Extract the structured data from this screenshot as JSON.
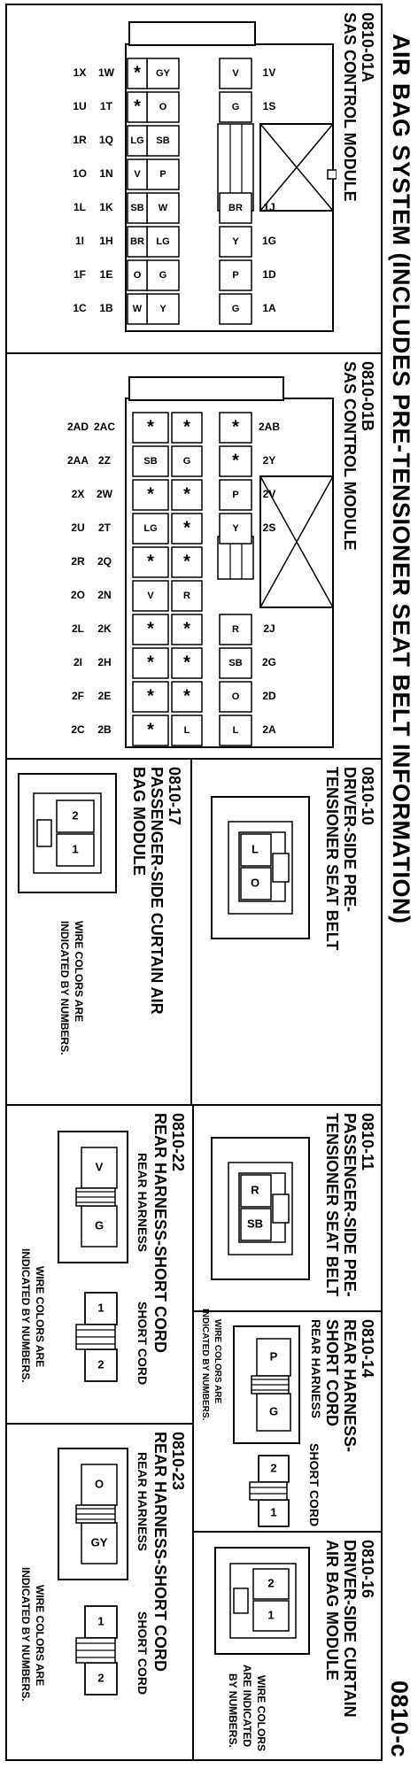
{
  "header": {
    "title": "AIR BAG SYSTEM (INCLUDES PRE-TENSIONER SEAT BELT INFORMATION)",
    "page_code": "0810-c"
  },
  "c01a": {
    "code": "0810-01A",
    "name": "SAS CONTROL MODULE",
    "rows": [
      {
        "a": "1V",
        "b": "1S",
        "c": "1J",
        "d": "1G",
        "e": "1D",
        "f": "1A"
      },
      {
        "a": "1W",
        "b": "1T",
        "c": "1Q",
        "d": "1N",
        "e": "1K",
        "f": "1H",
        "g": "1E",
        "h": "1B"
      },
      {
        "a": "1X",
        "b": "1U",
        "c": "1R",
        "d": "1O",
        "e": "1L",
        "f": "1I",
        "g": "1F",
        "h": "1C"
      }
    ],
    "wires": {
      "r1": [
        "V",
        "G",
        "BR",
        "Y",
        "P",
        "G"
      ],
      "r2": [
        "GY",
        "O",
        "SB",
        "P",
        "W",
        "LG",
        "G",
        "Y"
      ],
      "r3": [
        "*",
        "*",
        "LG",
        "V",
        "SB",
        "BR",
        "O",
        "W"
      ]
    }
  },
  "c01b": {
    "code": "0810-01B",
    "name": "SAS CONTROL MODULE",
    "pins": {
      "r1": [
        "2AB",
        "2Y",
        "2V",
        "2S",
        "2J",
        "2G",
        "2D",
        "2A"
      ],
      "r2": [
        "2AC",
        "2Z",
        "2W",
        "2T",
        "2Q",
        "2N",
        "2K",
        "2H",
        "2E",
        "2B"
      ],
      "r3": [
        "2AD",
        "2AA",
        "2X",
        "2U",
        "2R",
        "2O",
        "2L",
        "2I",
        "2F",
        "2C"
      ]
    },
    "wires": {
      "r1": [
        "*",
        "*",
        "P",
        "Y",
        "R",
        "SB",
        "O",
        "L"
      ],
      "r2": [
        "*",
        "G",
        "*",
        "*",
        "*",
        "R",
        "*",
        "*",
        "*",
        "L"
      ],
      "r3": [
        "*",
        "SB",
        "*",
        "LG",
        "*",
        "V",
        "*",
        "*",
        "*",
        "*"
      ]
    }
  },
  "c17": {
    "code": "0810-17",
    "name_line1": "PASSENGER-SIDE CURTAIN AIR",
    "name_line2": "BAG MODULE",
    "pins": [
      "2",
      "1"
    ],
    "note_line1": "WIRE COLORS ARE",
    "note_line2": "INDICATED BY NUMBERS."
  },
  "c10": {
    "code": "0810-10",
    "name_line1": "DRIVER-SIDE PRE-",
    "name_line2": "TENSIONER SEAT BELT",
    "wires": [
      "L",
      "O"
    ]
  },
  "c11": {
    "code": "0810-11",
    "name_line1": "PASSENGER-SIDE PRE-",
    "name_line2": "TENSIONER SEAT BELT",
    "wires": [
      "R",
      "SB"
    ]
  },
  "c22": {
    "code": "0810-22",
    "name": "REAR HARNESS-SHORT CORD",
    "rear_label": "REAR HARNESS",
    "short_label": "SHORT CORD",
    "rear_wires": [
      "V",
      "G"
    ],
    "short_pins": [
      "1",
      "2"
    ],
    "note_line1": "WIRE COLORS ARE",
    "note_line2": "INDICATED BY NUMBERS."
  },
  "c14": {
    "code": "0810-14",
    "name_line1": "REAR HARNESS-",
    "name_line2": "SHORT CORD",
    "rear_label": "REAR HARNESS",
    "short_label": "SHORT CORD",
    "rear_wires": [
      "P",
      "G"
    ],
    "short_pins": [
      "2",
      "1"
    ],
    "note_line1": "WIRE COLORS ARE",
    "note_line2": "INDICATED BY NUMBERS."
  },
  "c23": {
    "code": "0810-23",
    "name": "REAR HARNESS-SHORT CORD",
    "rear_label": "REAR HARNESS",
    "short_label": "SHORT CORD",
    "rear_wires": [
      "O",
      "GY"
    ],
    "short_pins": [
      "1",
      "2"
    ],
    "note_line1": "WIRE COLORS ARE",
    "note_line2": "INDICATED BY NUMBERS."
  },
  "c16": {
    "code": "0810-16",
    "name_line1": "DRIVER-SIDE CURTAIN",
    "name_line2": "AIR BAG MODULE",
    "pins": [
      "2",
      "1"
    ],
    "note_line1": "WIRE COLORS",
    "note_line2": "ARE INDICATED",
    "note_line3": "BY NUMBERS."
  }
}
